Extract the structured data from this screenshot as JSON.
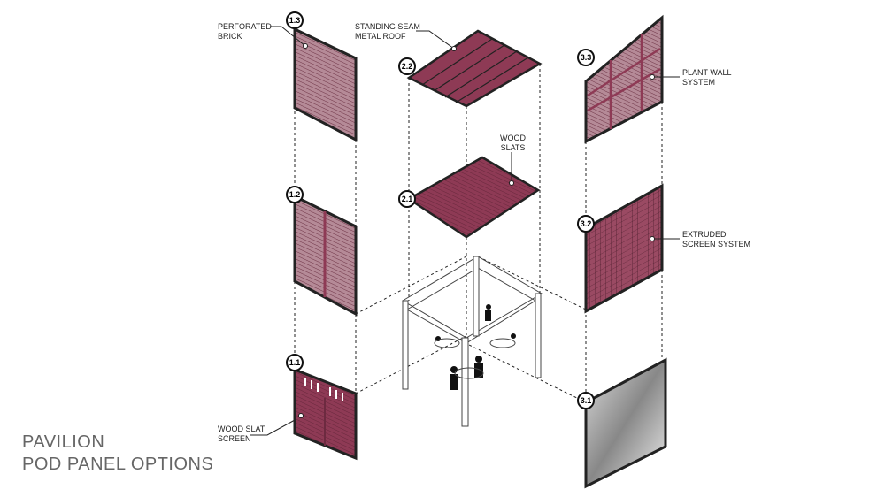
{
  "title": {
    "line1": "PAVILION",
    "line2": "POD PANEL OPTIONS"
  },
  "panels": [
    {
      "id": "1.1",
      "label": [
        "WOOD SLAT",
        "SCREEN"
      ]
    },
    {
      "id": "1.2",
      "label": []
    },
    {
      "id": "1.3",
      "label": [
        "PERFORATED",
        "BRICK"
      ]
    },
    {
      "id": "2.1",
      "label": [
        "WOOD",
        "SLATS"
      ]
    },
    {
      "id": "2.2",
      "label": [
        "STANDING SEAM",
        "METAL ROOF"
      ]
    },
    {
      "id": "3.1",
      "label": []
    },
    {
      "id": "3.2",
      "label": [
        "EXTRUDED",
        "SCREEN SYSTEM"
      ]
    },
    {
      "id": "3.3",
      "label": [
        "PLANT WALL",
        "SYSTEM"
      ]
    }
  ],
  "colors": {
    "panel": "#8e3a55",
    "panel_light": "#b58a97",
    "outline": "#222222",
    "title": "#666666"
  }
}
